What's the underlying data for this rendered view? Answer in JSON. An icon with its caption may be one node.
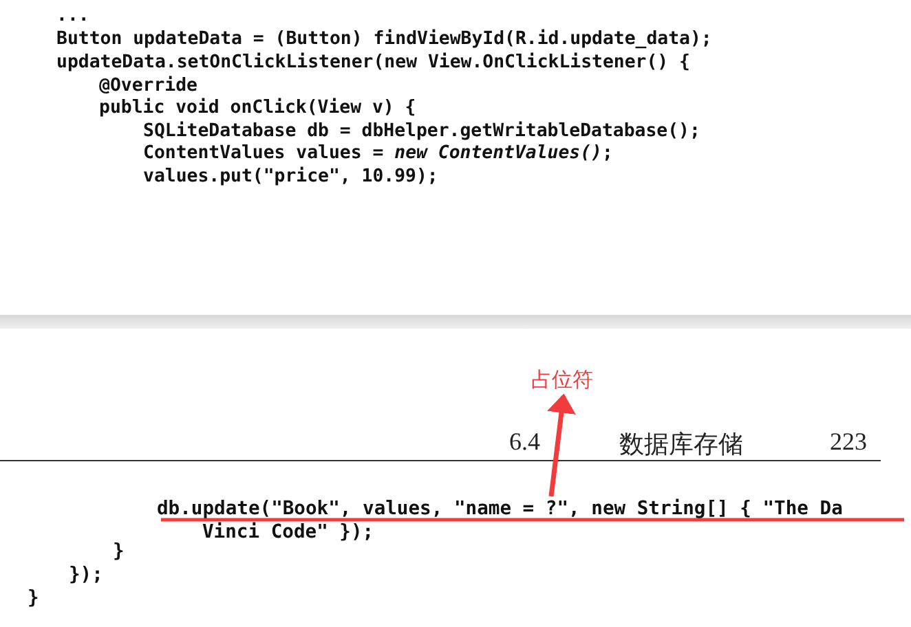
{
  "diagram": {
    "nodes": [
      {
        "text": [
          "占位符"
        ]
      },
      {
        "text": [
          "db.update(\"Book\", values, \"name = ?\", new String[] { \"The Da Vinci Code\" });"
        ]
      }
    ],
    "edges": [
      {
        "from": 1,
        "to": 0,
        "arrow": "to",
        "color": "#f03c3c"
      }
    ],
    "labels": [
      "...",
      "Button updateData = (Button) findViewById(R.id.update_data);",
      "updateData.setOnClickListener(new View.OnClickListener() {",
      "@Override",
      "public void onClick(View v) {",
      "SQLiteDatabase db = dbHelper.getWritableDatabase();",
      "ContentValues values = *new ContentValues()*;",
      "values.put(\"price\", 10.99);",
      "6.4",
      "数据库存储",
      "223",
      "}",
      "});",
      "}"
    ]
  }
}
